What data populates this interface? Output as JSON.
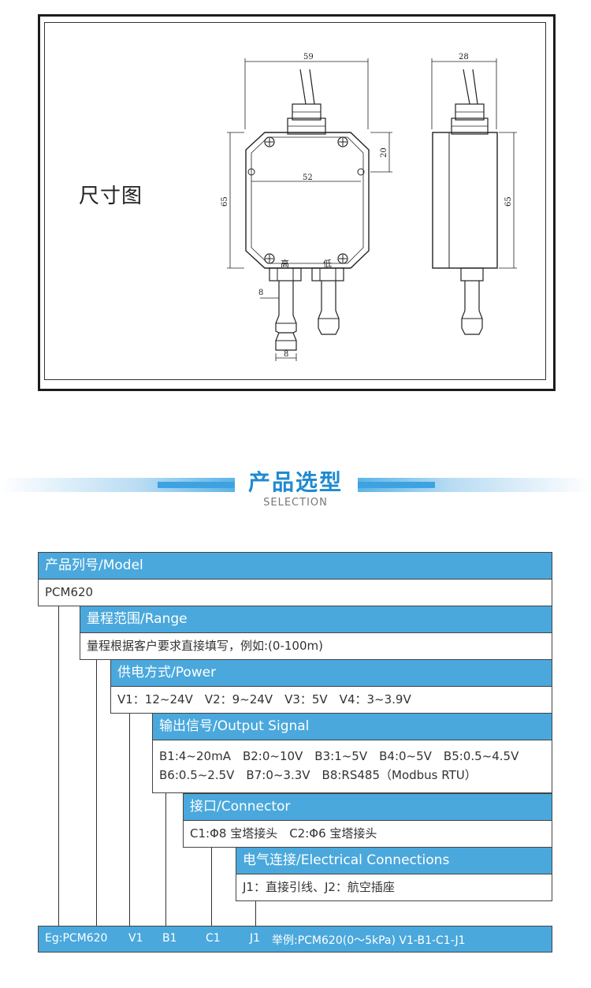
{
  "dimension_section": {
    "title": "尺寸图",
    "dims": {
      "width_front": "59",
      "width_side": "28",
      "height": "65",
      "height_side": "65",
      "hole_spacing": "52",
      "top_offset": "20",
      "nozzle_a": "8",
      "nozzle_b": "8",
      "port_high": "高",
      "port_low": "低"
    }
  },
  "selection_section": {
    "title": "产品选型",
    "subtitle": "SELECTION",
    "colors": {
      "accent": "#4aa8dc",
      "title": "#1f8ad1"
    }
  },
  "options": [
    {
      "head": "产品列号/Model",
      "body": [
        "PCM620"
      ]
    },
    {
      "head": "量程范围/Range",
      "body": [
        "量程根据客户要求直接填写，例如:(0-100m)"
      ]
    },
    {
      "head": "供电方式/Power",
      "body": [
        "V1：12~24V　V2：9~24V　V3：5V　V4：3~3.9V"
      ]
    },
    {
      "head": "输出信号/Output Signal",
      "body": [
        "B1:4~20mA　B2:0~10V　B3:1~5V　B4:0~5V　B5:0.5~4.5V",
        "B6:0.5~2.5V　B7:0~3.3V　B8:RS485（Modbus RTU）"
      ]
    },
    {
      "head": "接口/Connector",
      "body": [
        "C1:Φ8 宝塔接头　C2:Φ6 宝塔接头"
      ]
    },
    {
      "head": "电气连接/Electrical Connections",
      "body": [
        "J1：直接引线、J2：航空插座"
      ]
    }
  ],
  "example": {
    "model": "Eg:PCM620",
    "v": "V1",
    "b": "B1",
    "c": "C1",
    "j": "J1",
    "text": "举例:PCM620(0～5kPa) V1-B1-C1-J1"
  }
}
